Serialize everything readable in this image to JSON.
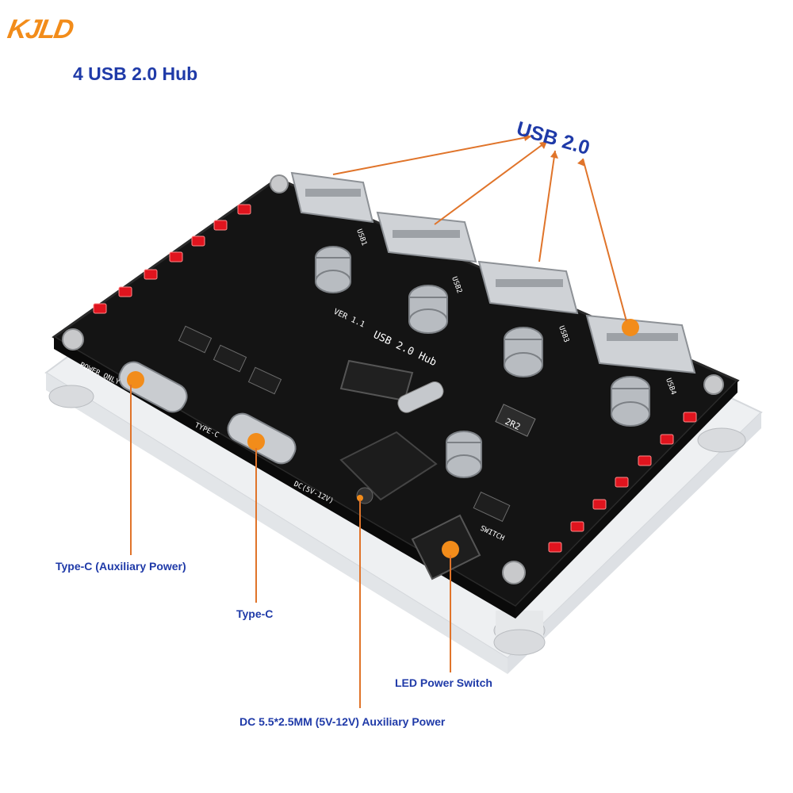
{
  "brand": {
    "logo_text": "KJLD",
    "logo_color": "#f28c1a"
  },
  "title": "4 USB 2.0 Hub",
  "port_label": "USB 2.0",
  "callouts": {
    "typec_aux": "Type-C (Auxiliary Power)",
    "typec": "Type-C",
    "led_switch": "LED Power Switch",
    "dc_jack": "DC 5.5*2.5MM (5V-12V) Auxiliary Power"
  },
  "board_labels": {
    "hub_name": "USB 2.0 Hub",
    "version": "VER 1.1",
    "usb1": "USB1",
    "usb2": "USB2",
    "usb3": "USB3",
    "usb4": "USB4",
    "power_only": "POWER ONLY",
    "typec": "TYPE-C",
    "dc_input": "DC(5V-12V)",
    "switch": "SWITCH",
    "chip_2r2": "2R2"
  },
  "colors": {
    "title": "#1f3aa8",
    "callout_line": "#e0742a",
    "marker": "#f28c1a",
    "board": "#141414",
    "led": "#e0141e"
  }
}
